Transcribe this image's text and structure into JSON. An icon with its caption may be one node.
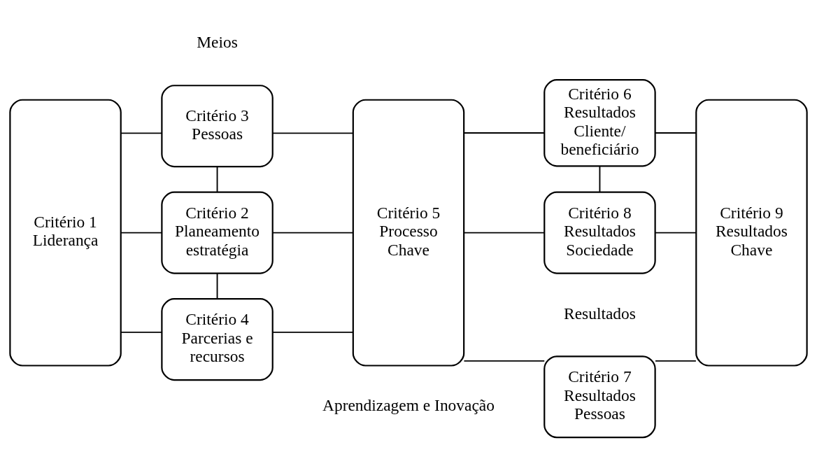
{
  "diagram": {
    "nodes": [
      {
        "text": [
          "Critério 1 Liderança"
        ]
      },
      {
        "text": [
          "Critério 3 Pessoas"
        ]
      },
      {
        "text": [
          "Critério 2 Planeamento estratégia"
        ]
      },
      {
        "text": [
          "Critério 4 Parcerias e recursos"
        ]
      },
      {
        "text": [
          "Critério 5 Processo Chave"
        ]
      },
      {
        "text": [
          "Critério 7 Resultados Pessoas"
        ]
      },
      {
        "text": [
          "Critério 6 Resultados Cliente/ beneficiário"
        ]
      },
      {
        "text": [
          "Critério 8 Resultados Sociedade"
        ]
      },
      {
        "text": [
          "Critério 9 Resultados Chave"
        ]
      }
    ],
    "edges": [
      {
        "from": 0,
        "to": 1,
        "arrow": "none"
      },
      {
        "from": 0,
        "to": 2,
        "arrow": "none"
      },
      {
        "from": 0,
        "to": 3,
        "arrow": "none"
      },
      {
        "from": 1,
        "to": 2,
        "arrow": "none"
      },
      {
        "from": 2,
        "to": 3,
        "arrow": "none"
      },
      {
        "from": 1,
        "to": 4,
        "arrow": "none"
      },
      {
        "from": 2,
        "to": 4,
        "arrow": "none"
      },
      {
        "from": 3,
        "to": 4,
        "arrow": "none"
      },
      {
        "from": 4,
        "to": 5,
        "arrow": "none"
      },
      {
        "from": 4,
        "to": 6,
        "arrow": "none"
      },
      {
        "from": 4,
        "to": 7,
        "arrow": "none"
      },
      {
        "from": 6,
        "to": 7,
        "arrow": "none"
      },
      {
        "from": 5,
        "to": 8,
        "arrow": "none"
      },
      {
        "from": 6,
        "to": 8,
        "arrow": "none"
      },
      {
        "from": 7,
        "to": 8,
        "arrow": "none"
      }
    ],
    "labels": [
      "Meios",
      "Resultados",
      "Aprendizagem e Inovação"
    ]
  }
}
